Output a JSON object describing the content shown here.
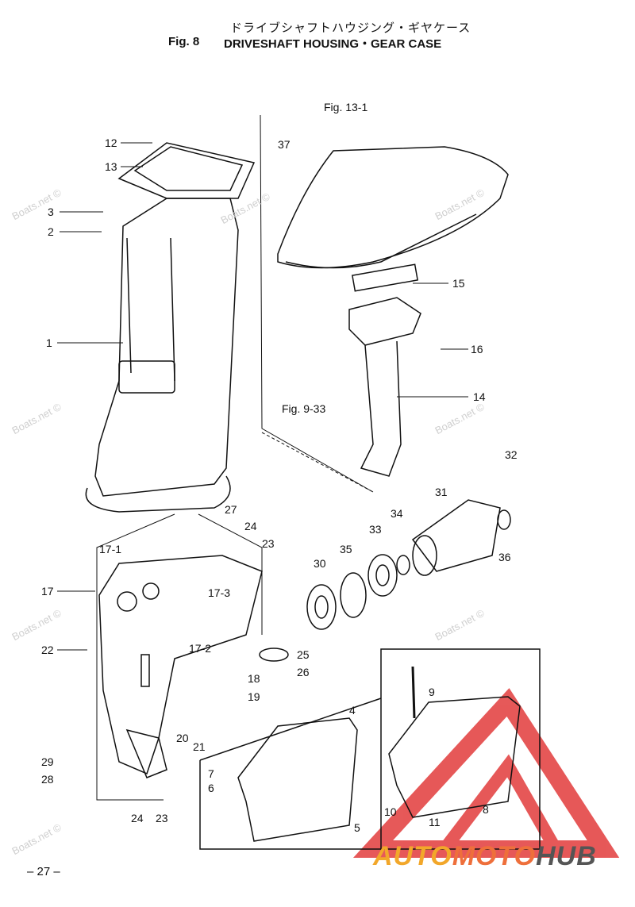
{
  "header": {
    "japanese_title": "ドライブシャフトハウジング・ギヤケース",
    "fig_label": "Fig. 8",
    "title": "DRIVESHAFT HOUSING・GEAR CASE"
  },
  "references": [
    "Fig. 13-1",
    "Fig. 9-33"
  ],
  "callouts": [
    "12",
    "13",
    "37",
    "3",
    "2",
    "15",
    "1",
    "16",
    "14",
    "32",
    "27",
    "24",
    "23",
    "31",
    "34",
    "33",
    "17-1",
    "35",
    "30",
    "36",
    "17",
    "17-3",
    "22",
    "17-2",
    "25",
    "18",
    "26",
    "9",
    "19",
    "4",
    "20",
    "21",
    "29",
    "28",
    "7",
    "6",
    "24",
    "23",
    "10",
    "11",
    "8",
    "5"
  ],
  "page_number": "– 27 –",
  "watermark": "Boats.net ©",
  "brand": {
    "part1": "AUTO",
    "part2": "MOTO",
    "part3": "HUB"
  },
  "colors": {
    "logo_red": "#e23c3c",
    "logo_orange": "#f2a72a",
    "logo_gray": "#555555",
    "line": "#111111"
  }
}
